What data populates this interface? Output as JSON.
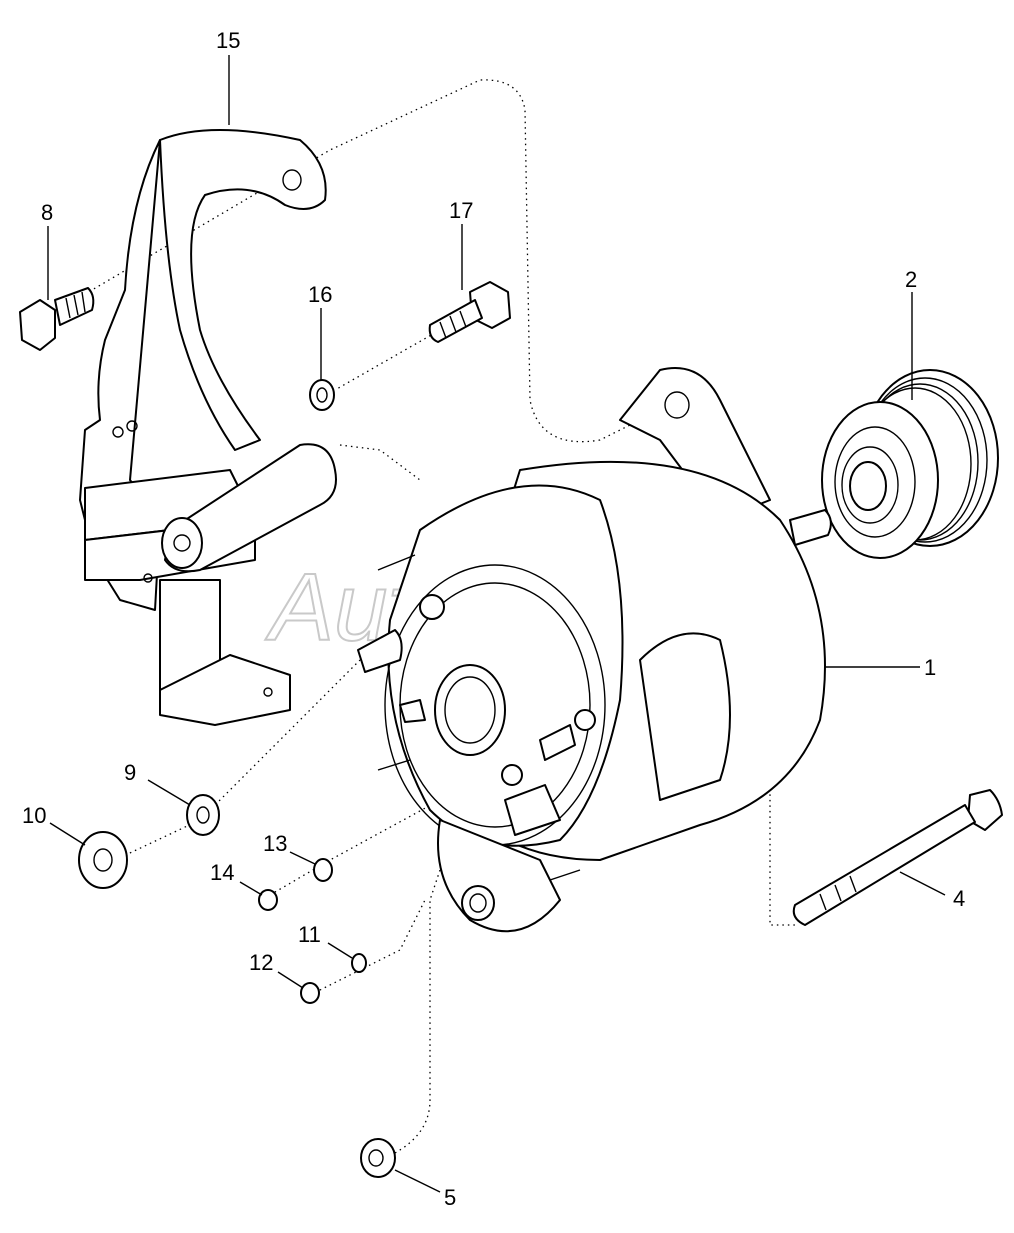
{
  "watermark": "AutoSoft",
  "callouts": {
    "c1": "1",
    "c2": "2",
    "c4": "4",
    "c5": "5",
    "c8": "8",
    "c9": "9",
    "c10": "10",
    "c11": "11",
    "c12": "12",
    "c13": "13",
    "c14": "14",
    "c15": "15",
    "c16": "16",
    "c17": "17"
  }
}
